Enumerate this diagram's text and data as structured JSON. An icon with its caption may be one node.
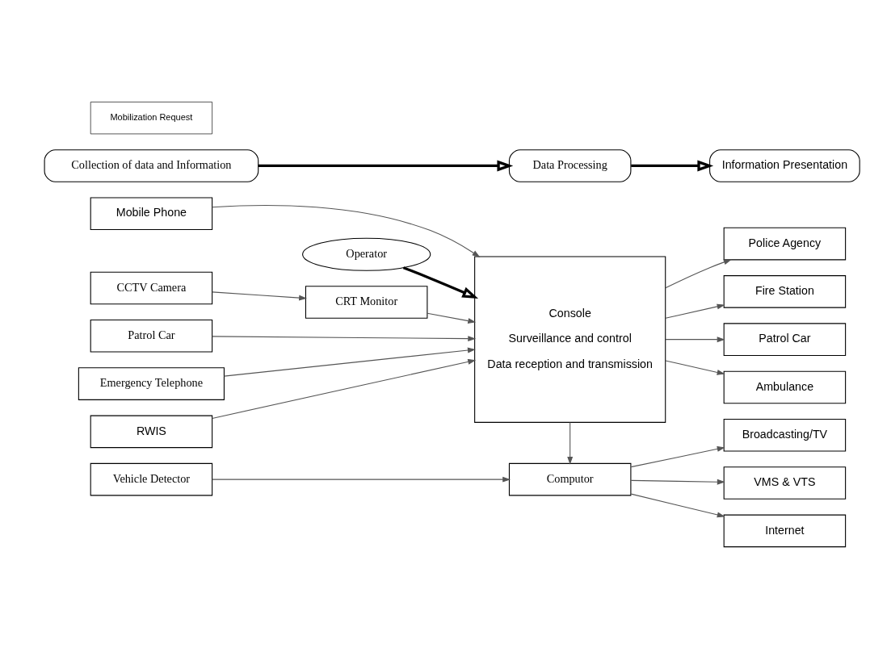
{
  "diagram": {
    "nodes": [
      {
        "text": [
          "Collection of data and Information"
        ]
      },
      {
        "text": [
          "Data Processing"
        ]
      },
      {
        "text": [
          "Information Presentation"
        ]
      },
      {
        "text": [
          "Vehicle Detector"
        ]
      },
      {
        "text": [
          "Computor"
        ]
      },
      {
        "text": [
          "CRT Monitor"
        ]
      },
      {
        "text": [
          "CCTV Camera"
        ]
      },
      {
        "text": [
          "Console",
          "Surveillance and control",
          "Data reception and transmission"
        ]
      },
      {
        "text": [
          "VMS & VTS"
        ]
      },
      {
        "text": [
          "Internet"
        ]
      },
      {
        "text": [
          "Broadcasting/TV"
        ]
      },
      {
        "text": [
          "Patrol Car"
        ]
      },
      {
        "text": [
          "Emergency Telephone"
        ]
      },
      {
        "text": [
          "RWIS"
        ]
      },
      {
        "text": [
          "Mobile Phone"
        ]
      },
      {
        "text": [
          "Mobilization Request"
        ]
      },
      {
        "text": [
          "Police Agency"
        ]
      },
      {
        "text": [
          "Fire Station"
        ]
      },
      {
        "text": [
          "Patrol Car"
        ]
      },
      {
        "text": [
          "Ambulance"
        ]
      },
      {
        "text": [
          "Operator"
        ]
      }
    ],
    "edges": [
      {
        "from": 0,
        "to": 1,
        "arrow": "to",
        "style": "thick"
      },
      {
        "from": 1,
        "to": 2,
        "arrow": "to",
        "style": "thick"
      },
      {
        "from": 3,
        "to": 4,
        "arrow": "to"
      },
      {
        "from": 6,
        "to": 5,
        "arrow": "to"
      },
      {
        "from": 5,
        "to": 7,
        "arrow": "to"
      },
      {
        "from": 7,
        "to": 4,
        "arrow": "to"
      },
      {
        "from": 4,
        "to": 8,
        "arrow": "to"
      },
      {
        "from": 4,
        "to": 9,
        "arrow": "to"
      },
      {
        "from": 4,
        "to": 10,
        "arrow": "to"
      },
      {
        "from": 11,
        "to": 7,
        "arrow": "to"
      },
      {
        "from": 12,
        "to": 7,
        "arrow": "to"
      },
      {
        "from": 13,
        "to": 7,
        "arrow": "to"
      },
      {
        "from": 14,
        "to": 7,
        "arrow": "to"
      },
      {
        "from": 7,
        "to": 16,
        "arrow": "to"
      },
      {
        "from": 7,
        "to": 17,
        "arrow": "to"
      },
      {
        "from": 7,
        "to": 18,
        "arrow": "to"
      },
      {
        "from": 7,
        "to": 19,
        "arrow": "to"
      },
      {
        "from": 20,
        "to": 7,
        "arrow": "to",
        "style": "thick"
      }
    ]
  }
}
